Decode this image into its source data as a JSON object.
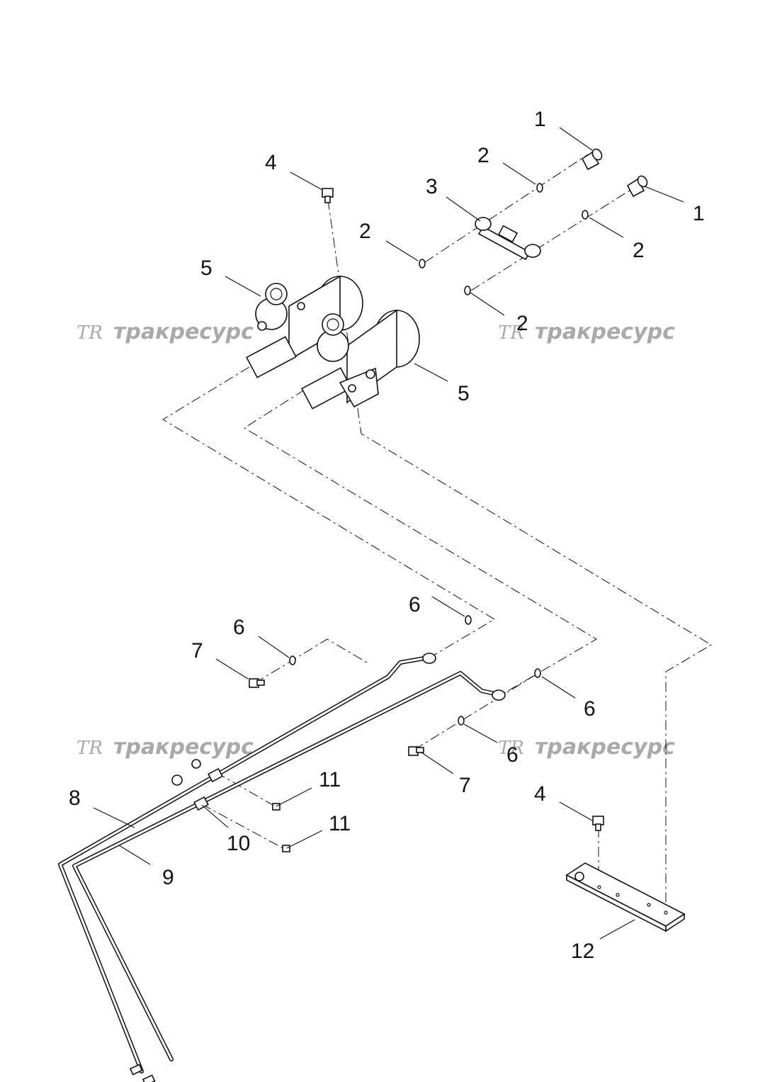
{
  "callouts": {
    "c1a": "1",
    "c1b": "1",
    "c2a": "2",
    "c2b": "2",
    "c2c": "2",
    "c2d": "2",
    "c3": "3",
    "c4a": "4",
    "c4b": "4",
    "c5a": "5",
    "c5b": "5",
    "c6a": "6",
    "c6b": "6",
    "c6c": "6",
    "c6d": "6",
    "c7a": "7",
    "c7b": "7",
    "c8": "8",
    "c9": "9",
    "c10": "10",
    "c11a": "11",
    "c11b": "11",
    "c12": "12"
  },
  "watermark": {
    "text": "тракресурс",
    "logo": "TR"
  },
  "colors": {
    "watermark": "#a9a9a9",
    "line": "#111111",
    "background": "#ffffff"
  }
}
